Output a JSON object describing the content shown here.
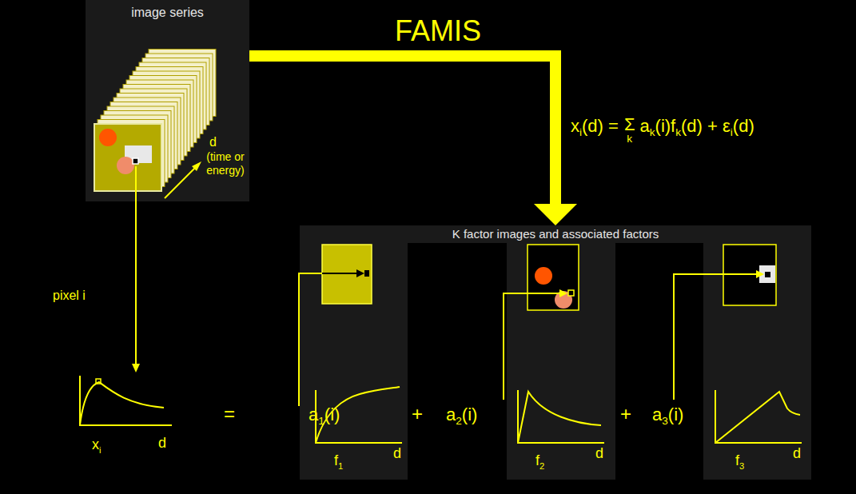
{
  "diagram": {
    "nodes": [
      {
        "text": [
          "image series",
          "d",
          "(time or energy)"
        ]
      },
      {
        "text": [
          "K factor images and associated factors"
        ]
      },
      {
        "text": [
          "f",
          "1",
          "d"
        ],
        "in": 1
      },
      {
        "text": [
          "f",
          "2",
          "d"
        ],
        "in": 1
      },
      {
        "text": [
          "f",
          "3",
          "d"
        ],
        "in": 1
      }
    ],
    "edges": [
      {
        "from": 0,
        "to": 1,
        "arrow": "to",
        "label": "FAMIS"
      }
    ],
    "labels": [
      "x",
      "i",
      "(d) =",
      "Σ",
      "k",
      "a",
      "k",
      "(i)f",
      "k",
      "(d) + ε",
      "i",
      "(d)",
      "pixel i",
      "x",
      "i",
      "d",
      "=",
      "a",
      "1",
      "(i)",
      "+",
      "a",
      "2",
      "(i)",
      "+",
      "a",
      "3",
      "(i)"
    ]
  }
}
